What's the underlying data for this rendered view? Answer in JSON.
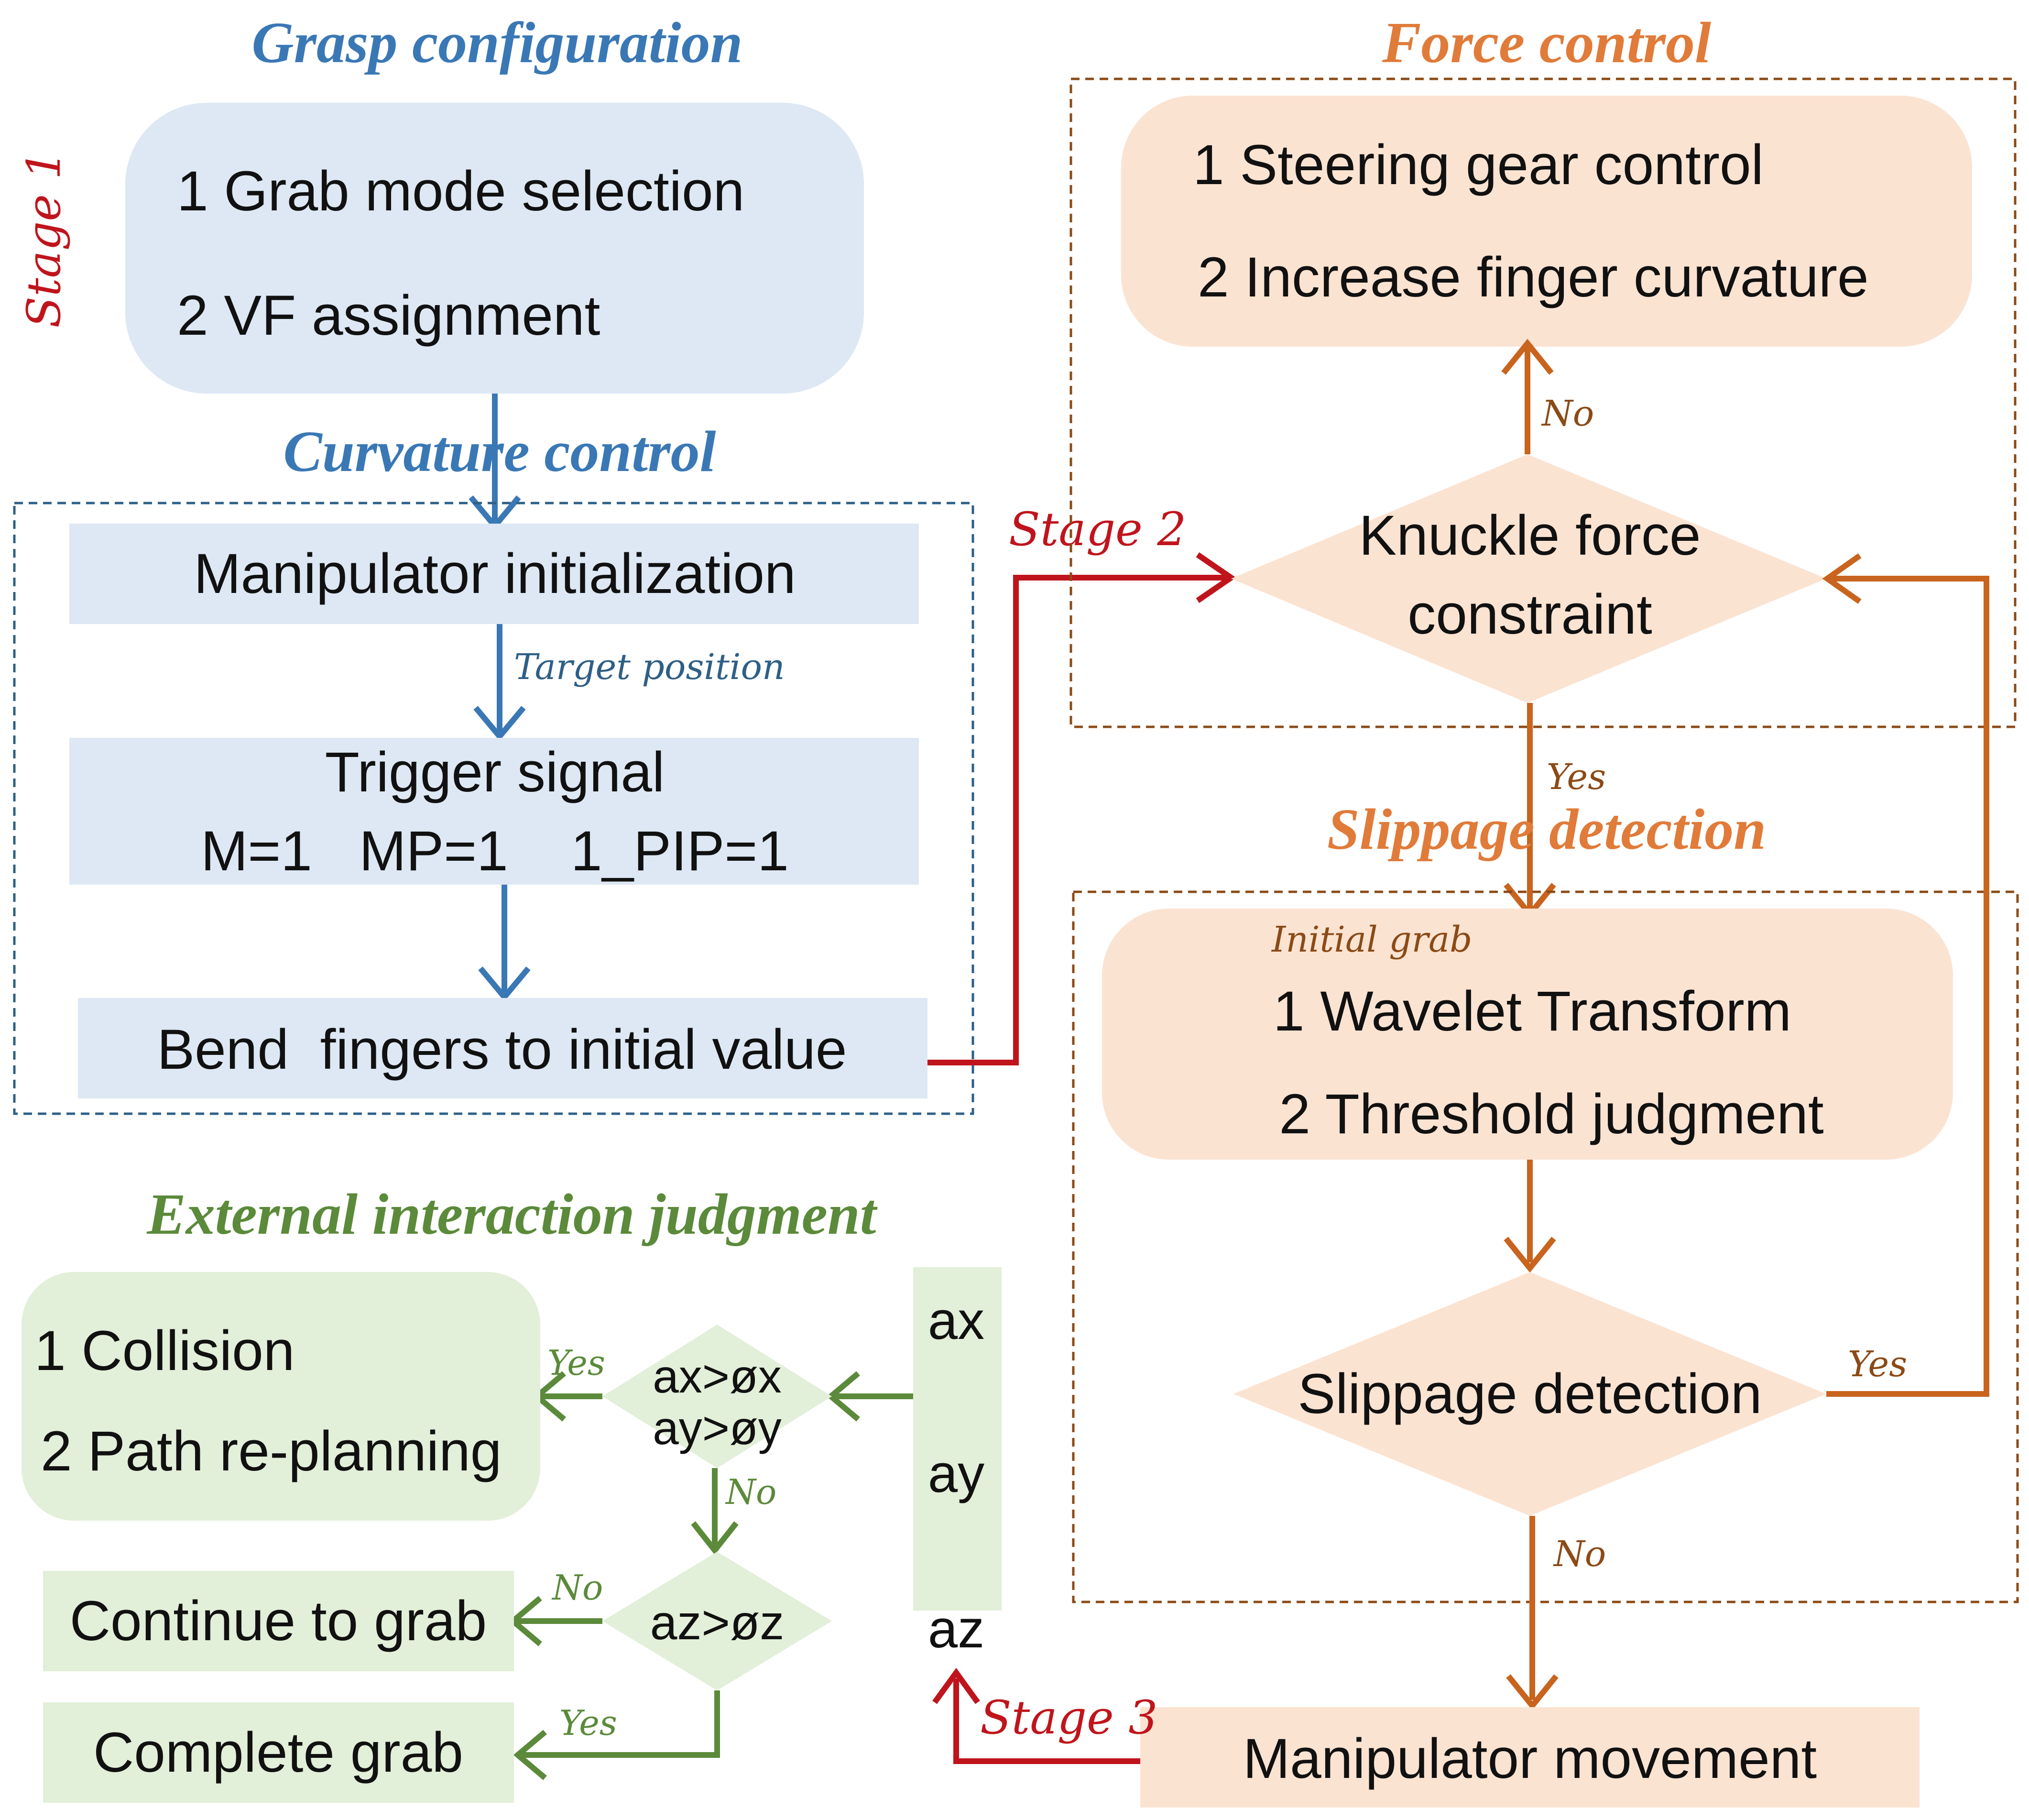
{
  "titles": {
    "grasp": "Grasp configuration",
    "curvature": "Curvature control",
    "force": "Force control",
    "slippage": "Slippage detection",
    "external": "External interaction judgment"
  },
  "stages": {
    "s1": "Stage 1",
    "s2": "Stage 2",
    "s3": "Stage 3"
  },
  "grasp_box": {
    "line1": "1 Grab mode selection",
    "line2": "2 VF assignment"
  },
  "curvature_boxes": {
    "init": "Manipulator initialization",
    "target_label": "Target position",
    "trigger_line1": "Trigger signal",
    "trigger_line2": "M=1   MP=1    1_PIP=1",
    "bend": "Bend  fingers to initial value"
  },
  "force_box": {
    "line1": "1 Steering gear control",
    "line2": "2 Increase finger curvature",
    "no_label": "No",
    "diamond_line1": "Knuckle force",
    "diamond_line2": "constraint",
    "yes_label": "Yes"
  },
  "slippage_box": {
    "initial_grab": "Initial grab",
    "line1": "1 Wavelet Transform",
    "line2": "2 Threshold judgment",
    "diamond": "Slippage detection",
    "yes_label": "Yes",
    "no_label": "No"
  },
  "movement": "Manipulator movement",
  "external": {
    "box_line1": "1 Collision",
    "box_line2": "2 Path re-planning",
    "d1_line1": "ax>øx",
    "d1_line2": "ay>øy",
    "d1_yes": "Yes",
    "d1_no": "No",
    "d2": "az>øz",
    "d2_no": "No",
    "d2_yes": "Yes",
    "continue": "Continue to grab",
    "complete": "Complete grab",
    "axes": [
      "ax",
      "ay",
      "az"
    ]
  },
  "colors": {
    "blue_title": "#3a78b5",
    "blue_fill": "#dde8f4",
    "blue_arrow": "#3a78b5",
    "orange_title": "#e07b39",
    "orange_fill": "#fbe3d2",
    "orange_arrow": "#c8641e",
    "orange_label": "#8b4a16",
    "green_title": "#5b8a3a",
    "green_fill": "#e2efd9",
    "green_arrow": "#5b8a3a",
    "red": "#c0141c",
    "dash_blue": "#2e5f86",
    "dash_brown": "#8b4a16",
    "text": "#111111"
  }
}
